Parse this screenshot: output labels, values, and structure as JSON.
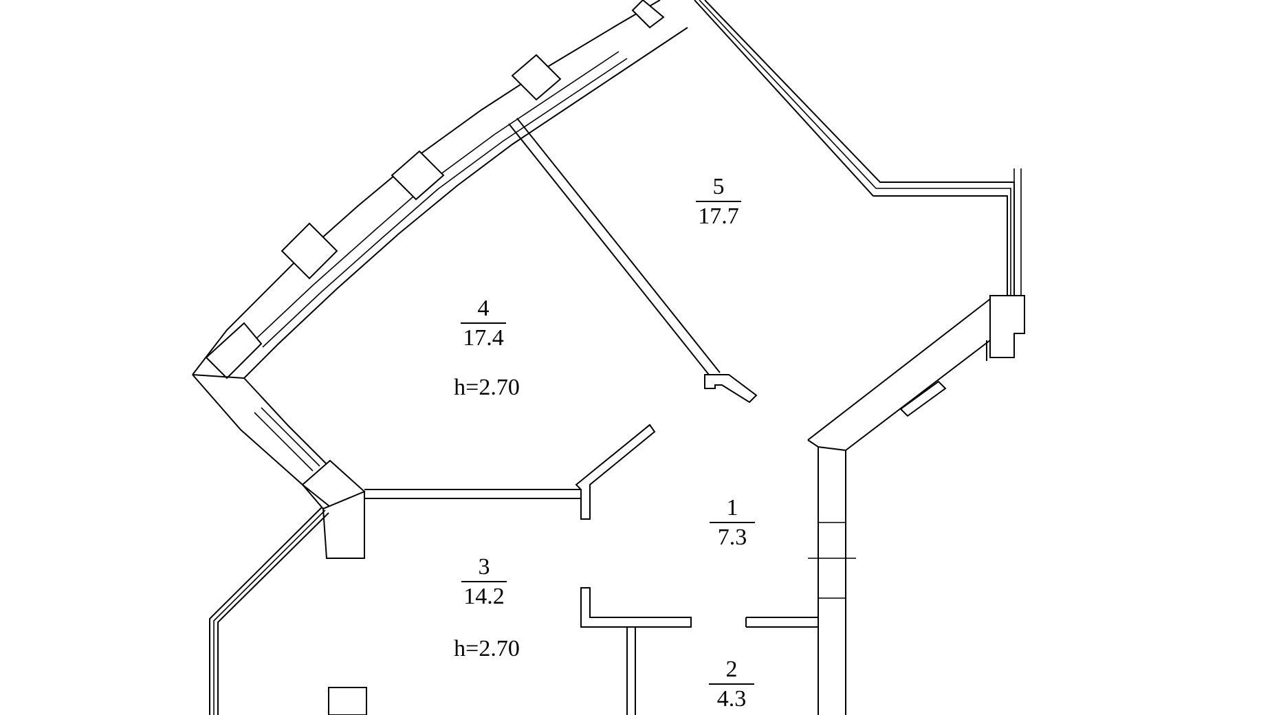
{
  "rooms": [
    {
      "id": "1",
      "number": "1",
      "area": "7.3"
    },
    {
      "id": "2",
      "number": "2",
      "area": "4.3"
    },
    {
      "id": "3",
      "number": "3",
      "area": "14.2",
      "height": "h=2.70"
    },
    {
      "id": "4",
      "number": "4",
      "area": "17.4",
      "height": "h=2.70"
    },
    {
      "id": "5",
      "number": "5",
      "area": "17.7"
    }
  ],
  "colors": {
    "line": "#000000",
    "background": "#ffffff"
  }
}
